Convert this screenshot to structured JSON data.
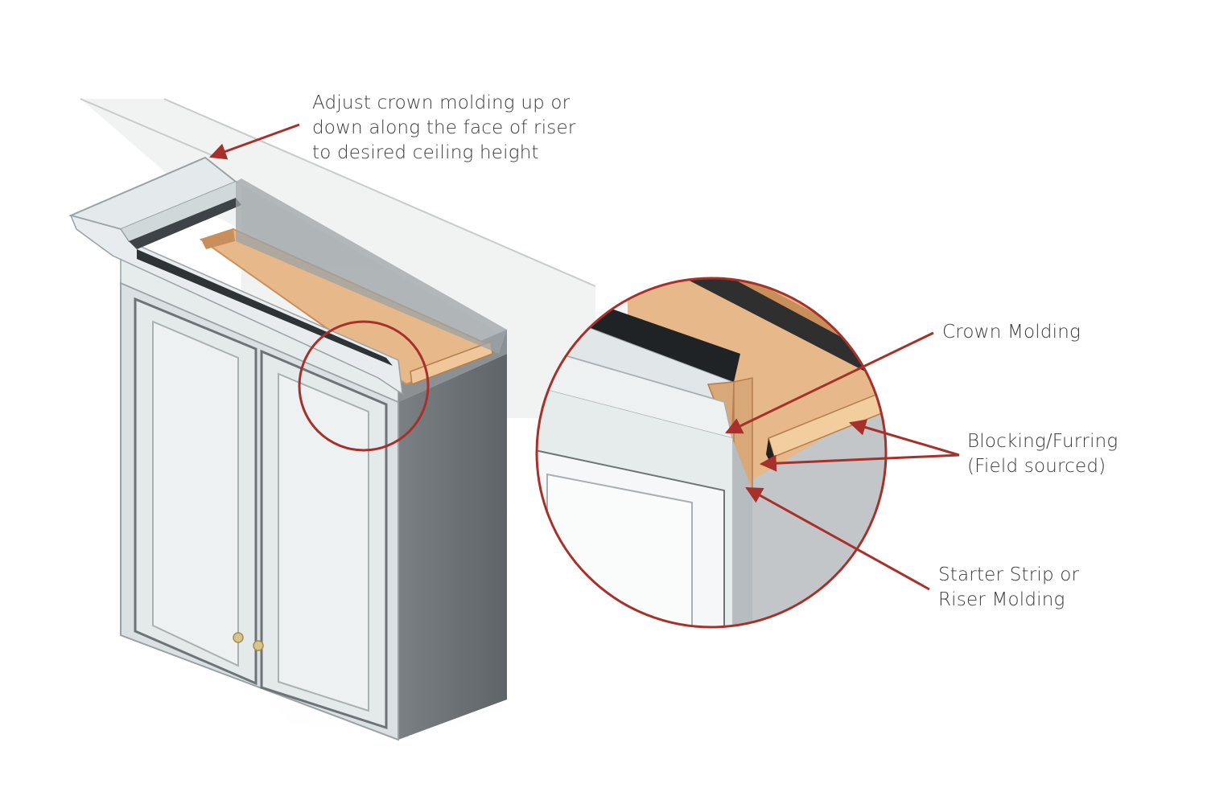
{
  "colors": {
    "callout": "#a8302a",
    "wood": "#e7b98a",
    "wood_dark": "#c98f5a",
    "cabinet_front": "#dde3e5",
    "cabinet_side": "#6f7578",
    "panel": "#ecf0f1"
  },
  "annotations": {
    "adjust_note": {
      "line1": "Adjust crown molding up or",
      "line2": "down along the face of riser",
      "line3": "to desired ceiling height"
    },
    "crown_molding": "Crown Molding",
    "blocking": {
      "line1": "Blocking/Furring",
      "line2": "(Field sourced)"
    },
    "starter_strip": {
      "line1": "Starter Strip or",
      "line2": "Riser Molding"
    }
  }
}
